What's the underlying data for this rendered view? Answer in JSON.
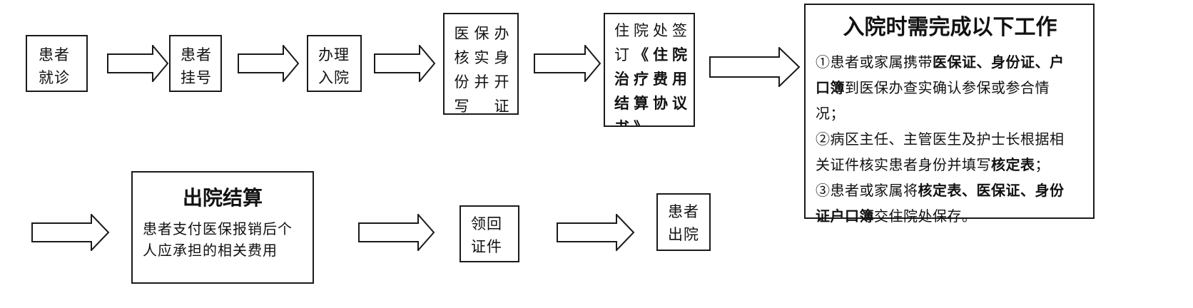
{
  "colors": {
    "stroke": "#1a1a1a",
    "text": "#111111",
    "background": "#ffffff"
  },
  "row1": {
    "step1": {
      "line1": "患者",
      "line2": "就诊"
    },
    "step2": {
      "line1": "患者",
      "line2": "挂号"
    },
    "step3": {
      "line1": "办理",
      "line2": "入院"
    },
    "step4": {
      "col1": "医核份写",
      "col2": "保实并",
      "col3": "办身开证"
    },
    "step5": {
      "line1": "住院处签",
      "line2_plain": "订",
      "line2_bold": "《住院",
      "line3": "治疗费用",
      "line4": "结算协议",
      "line5": "书》"
    },
    "admission": {
      "title": "入院时需完成以下工作",
      "item1_a": "①患者或家属携带",
      "item1_b": "医保证、身份证、户",
      "item1_c": "口簿",
      "item1_d": "到医保办查实确认参保或参合情",
      "item1_e": "况；",
      "item2_a": "②病区主任、主管医生及护士长根据相",
      "item2_b": "关证件核实患者身份并填写",
      "item2_c": "核定表",
      "item2_d": "；",
      "item3_a": "③患者或家属将",
      "item3_b": "核定表、医保证、身份",
      "item3_c": "证户口簿",
      "item3_d": "交住院处保存。"
    }
  },
  "row2": {
    "settlement": {
      "title": "出院结算",
      "line1": "患者支付医保报销后个",
      "line2": "人应承担的相关费用"
    },
    "certs": {
      "line1": "领回",
      "line2": "证件"
    },
    "discharge": {
      "line1": "患者",
      "line2": "出院"
    }
  }
}
